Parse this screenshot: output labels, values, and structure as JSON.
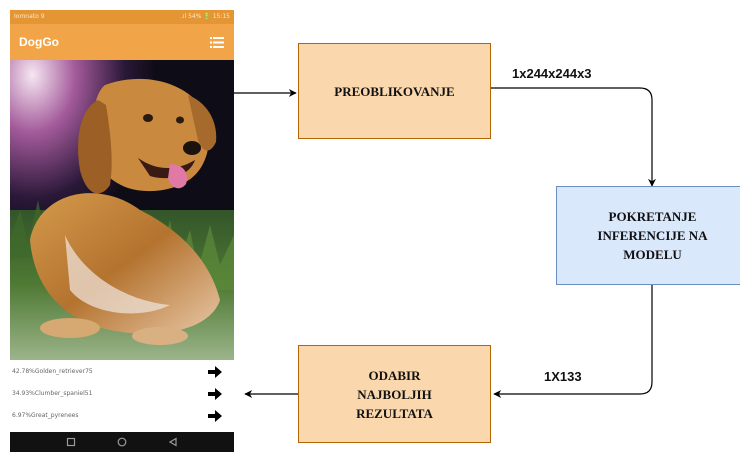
{
  "phone": {
    "status_left": "Iomnato 9",
    "status_right": ".ıl 54% 🔋 15:15",
    "app_title": "DogGo",
    "results": [
      {
        "text": "42.78%Golden_retriever75"
      },
      {
        "text": "34.93%Clumber_spaniel51"
      },
      {
        "text": "6.97%Great_pyrenees"
      }
    ]
  },
  "diagram": {
    "box_reshape": [
      "PREOBLIKOVANJE"
    ],
    "box_inference": [
      "POKRETANJE",
      "INFERENCIJE NA",
      "MODELU"
    ],
    "box_select": [
      "ODABIR",
      "NAJBOLJIH",
      "REZULTATA"
    ],
    "edge_reshape_out": "1x244x244x3",
    "edge_inference_out": "1X133"
  },
  "colors": {
    "orange_fill": "#fad7ac",
    "orange_stroke": "#b46504",
    "blue_fill": "#dae8fc",
    "blue_stroke": "#6c8ebf",
    "app_bar": "#f2a548"
  }
}
